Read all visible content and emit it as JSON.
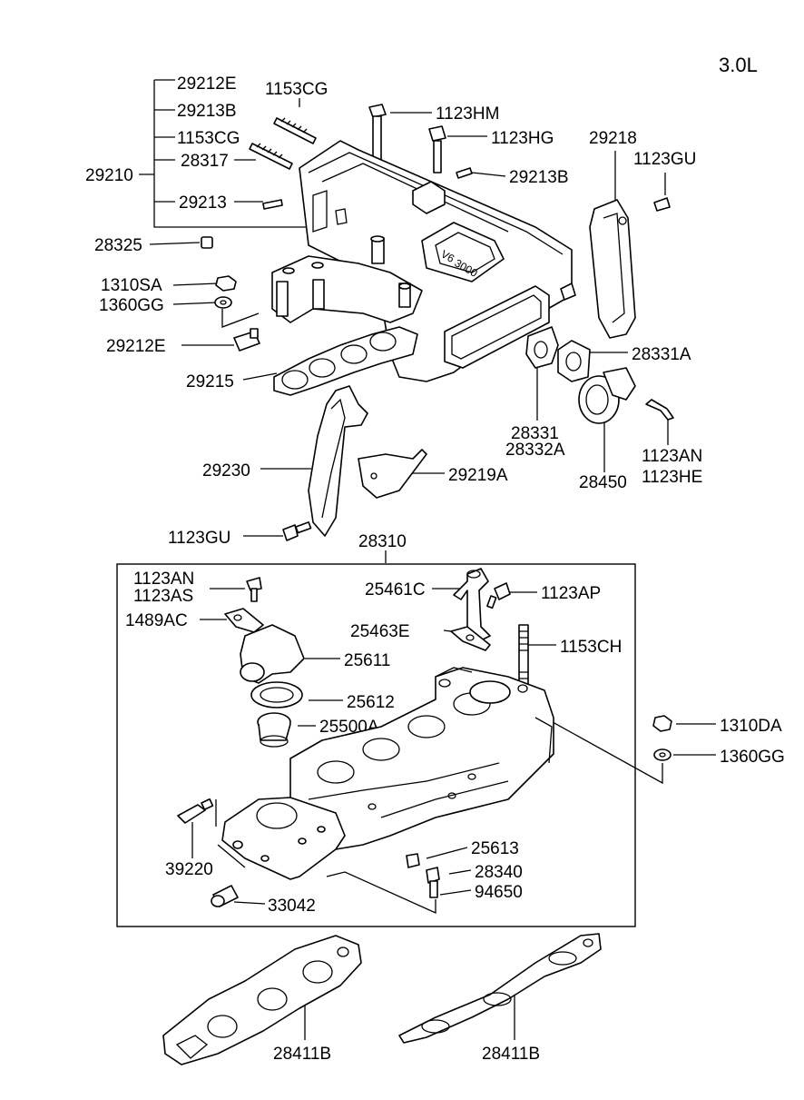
{
  "diagram": {
    "engine_label": "3.0L",
    "labels": {
      "p29212E_top": "29212E",
      "p29213B_left": "29213B",
      "p1153CG_left": "1153CG",
      "p28317": "28317",
      "p29213": "29213",
      "p29210": "29210",
      "p1153CG_top": "1153CG",
      "p1123HM": "1123HM",
      "p1123HG": "1123HG",
      "p29213B_right": "29213B",
      "p29218": "29218",
      "p1123GU_top": "1123GU",
      "p28325": "28325",
      "p1310SA": "1310SA",
      "p1360GG_top": "1360GG",
      "p29212E_low": "29212E",
      "p28331A": "28331A",
      "p29215": "29215",
      "p28331": "28331",
      "p28332A": "28332A",
      "p1123AN_r": "1123AN",
      "p1123HE": "1123HE",
      "p28450": "28450",
      "p29230": "29230",
      "p29219A": "29219A",
      "p1123GU_low": "1123GU",
      "p28310": "28310",
      "p1123AN_box": "1123AN",
      "p1123AS": "1123AS",
      "p25461C": "25461C",
      "p1123AP": "1123AP",
      "p1489AC": "1489AC",
      "p25463E": "25463E",
      "p1153CH": "1153CH",
      "p25611": "25611",
      "p25612": "25612",
      "p25500A": "25500A",
      "p1310DA": "1310DA",
      "p1360GG_low": "1360GG",
      "p39220": "39220",
      "p25613": "25613",
      "p28340": "28340",
      "p94650": "94650",
      "p33042": "33042",
      "p28411B_left": "28411B",
      "p28411B_right": "28411B"
    }
  }
}
